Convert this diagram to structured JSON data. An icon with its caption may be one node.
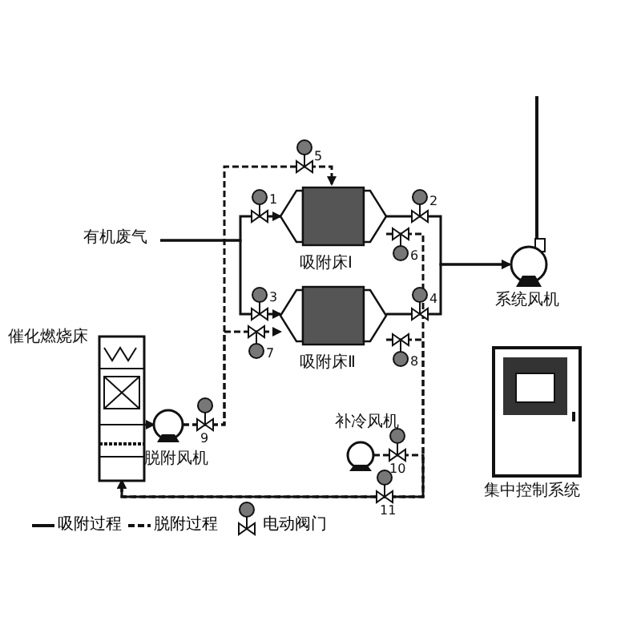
{
  "diagram": {
    "nodes": [
      {
        "text": [
          "有机废气"
        ]
      },
      {
        "text": [
          "吸附床Ⅰ"
        ]
      },
      {
        "text": [
          "吸附床Ⅱ"
        ]
      },
      {
        "text": [
          "系统风机"
        ]
      },
      {
        "text": [
          "催化燃烧床"
        ]
      },
      {
        "text": [
          "脱附风机"
        ]
      },
      {
        "text": [
          "补冷风机"
        ]
      },
      {
        "text": [
          "集中控制系统"
        ]
      }
    ],
    "edges": [
      {
        "from": 0,
        "to": 1,
        "arrow": "to"
      },
      {
        "from": 0,
        "to": 2,
        "arrow": "to"
      },
      {
        "from": 1,
        "to": 3,
        "arrow": "to"
      },
      {
        "from": 2,
        "to": 3,
        "arrow": "to"
      },
      {
        "from": 4,
        "to": 5,
        "arrow": "to",
        "style": "dashed"
      },
      {
        "from": 5,
        "to": 1,
        "arrow": "to",
        "style": "dashed"
      },
      {
        "from": 5,
        "to": 2,
        "arrow": "to",
        "style": "dashed"
      },
      {
        "from": 1,
        "to": 4,
        "arrow": "to",
        "style": "dashed"
      },
      {
        "from": 2,
        "to": 4,
        "arrow": "to",
        "style": "dashed"
      },
      {
        "from": 6,
        "to": 4,
        "arrow": "to",
        "style": "dashed"
      }
    ],
    "labels": [
      "5",
      "1",
      "2",
      "6",
      "7",
      "3",
      "4",
      "8",
      "9",
      "10",
      "11"
    ],
    "legend": [
      {
        "text": "吸附过程"
      },
      {
        "text": "脱附过程"
      },
      {
        "text": "电动阀门"
      }
    ]
  }
}
